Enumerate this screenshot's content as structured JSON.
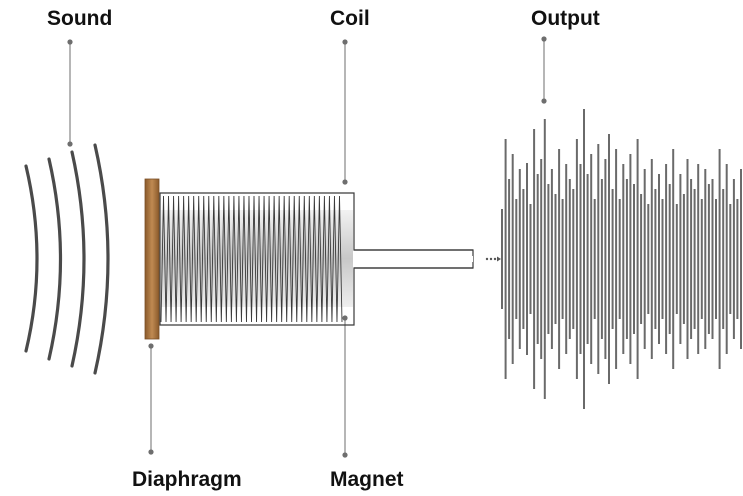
{
  "labels": {
    "sound": "Sound",
    "coil": "Coil",
    "output": "Output",
    "diaphragm": "Diaphragm",
    "magnet": "Magnet"
  },
  "colors": {
    "text": "#111111",
    "leader": "#6e6e6e",
    "wave": "#4a4a4a",
    "diaphragm": "#b07a43",
    "coil": "#3a3a3a",
    "waveform": "#6a6a6a"
  },
  "icons": [
    "sound-wave-icon",
    "diaphragm-icon",
    "coil-icon",
    "magnet-icon",
    "output-waveform-icon"
  ]
}
